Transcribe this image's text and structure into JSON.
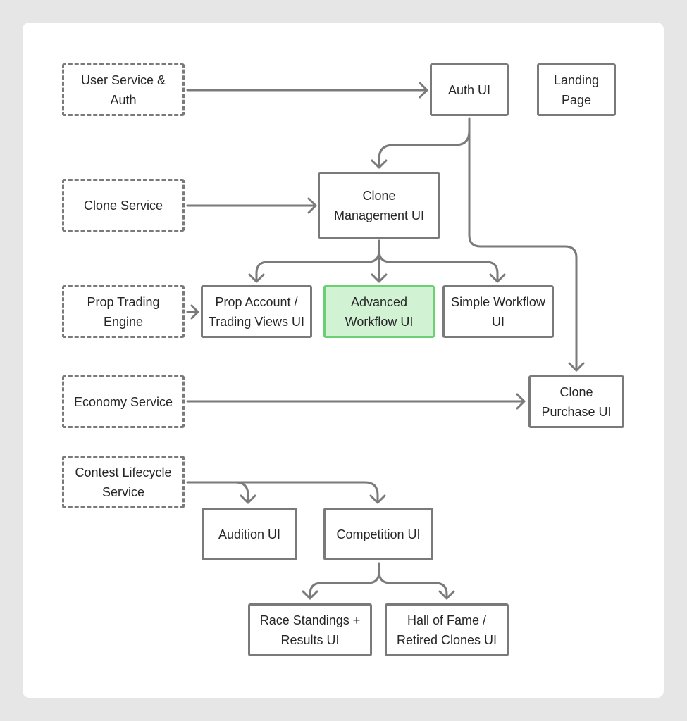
{
  "diagram": {
    "nodes": [
      {
        "id": "user-service-auth",
        "label": "User Service &\nAuth",
        "kind": "service"
      },
      {
        "id": "auth-ui",
        "label": "Auth UI",
        "kind": "ui"
      },
      {
        "id": "landing-page",
        "label": "Landing\nPage",
        "kind": "ui"
      },
      {
        "id": "clone-service",
        "label": "Clone Service",
        "kind": "service"
      },
      {
        "id": "clone-management-ui",
        "label": "Clone\nManagement UI",
        "kind": "ui"
      },
      {
        "id": "prop-trading-engine",
        "label": "Prop Trading\nEngine",
        "kind": "service"
      },
      {
        "id": "prop-account-ui",
        "label": "Prop Account /\nTrading Views UI",
        "kind": "ui"
      },
      {
        "id": "advanced-workflow-ui",
        "label": "Advanced\nWorkflow UI",
        "kind": "ui",
        "highlighted": true
      },
      {
        "id": "simple-workflow-ui",
        "label": "Simple Workflow\nUI",
        "kind": "ui"
      },
      {
        "id": "economy-service",
        "label": "Economy Service",
        "kind": "service"
      },
      {
        "id": "clone-purchase-ui",
        "label": "Clone\nPurchase UI",
        "kind": "ui"
      },
      {
        "id": "contest-lifecycle-service",
        "label": "Contest Lifecycle\nService",
        "kind": "service"
      },
      {
        "id": "audition-ui",
        "label": "Audition UI",
        "kind": "ui"
      },
      {
        "id": "competition-ui",
        "label": "Competition UI",
        "kind": "ui"
      },
      {
        "id": "race-standings-ui",
        "label": "Race Standings +\nResults UI",
        "kind": "ui"
      },
      {
        "id": "hall-of-fame-ui",
        "label": "Hall of Fame /\nRetired Clones UI",
        "kind": "ui"
      }
    ],
    "edges": [
      {
        "from": "user-service-auth",
        "to": "auth-ui"
      },
      {
        "from": "auth-ui",
        "to": "clone-management-ui"
      },
      {
        "from": "auth-ui",
        "to": "clone-purchase-ui"
      },
      {
        "from": "clone-service",
        "to": "clone-management-ui"
      },
      {
        "from": "clone-management-ui",
        "to": "prop-account-ui"
      },
      {
        "from": "clone-management-ui",
        "to": "advanced-workflow-ui"
      },
      {
        "from": "clone-management-ui",
        "to": "simple-workflow-ui"
      },
      {
        "from": "prop-trading-engine",
        "to": "prop-account-ui"
      },
      {
        "from": "economy-service",
        "to": "clone-purchase-ui"
      },
      {
        "from": "contest-lifecycle-service",
        "to": "audition-ui"
      },
      {
        "from": "contest-lifecycle-service",
        "to": "competition-ui"
      },
      {
        "from": "competition-ui",
        "to": "race-standings-ui"
      },
      {
        "from": "competition-ui",
        "to": "hall-of-fame-ui"
      }
    ],
    "colors": {
      "stroke": "#7a7a7a",
      "highlight_fill": "#d1f2d3",
      "highlight_stroke": "#6ccf73",
      "background": "#e6e6e6",
      "panel": "#ffffff"
    }
  }
}
